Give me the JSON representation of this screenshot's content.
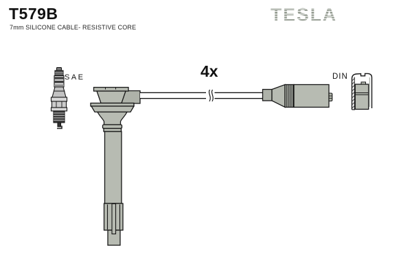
{
  "header": {
    "part_number": "T579B",
    "description": "7mm SILICONE CABLE- RESISTIVE CORE",
    "brand_logo": "TESLA"
  },
  "diagram": {
    "labels": {
      "spark_plug_end": "SAE",
      "quantity": "4x",
      "distributor_end": "DIN"
    },
    "colors": {
      "background": "#ffffff",
      "part_fill": "#b7bbb2",
      "part_fill_dark": "#a9ada4",
      "outline": "#161616",
      "logo_gray": "#99a096",
      "text": "#111111"
    }
  }
}
